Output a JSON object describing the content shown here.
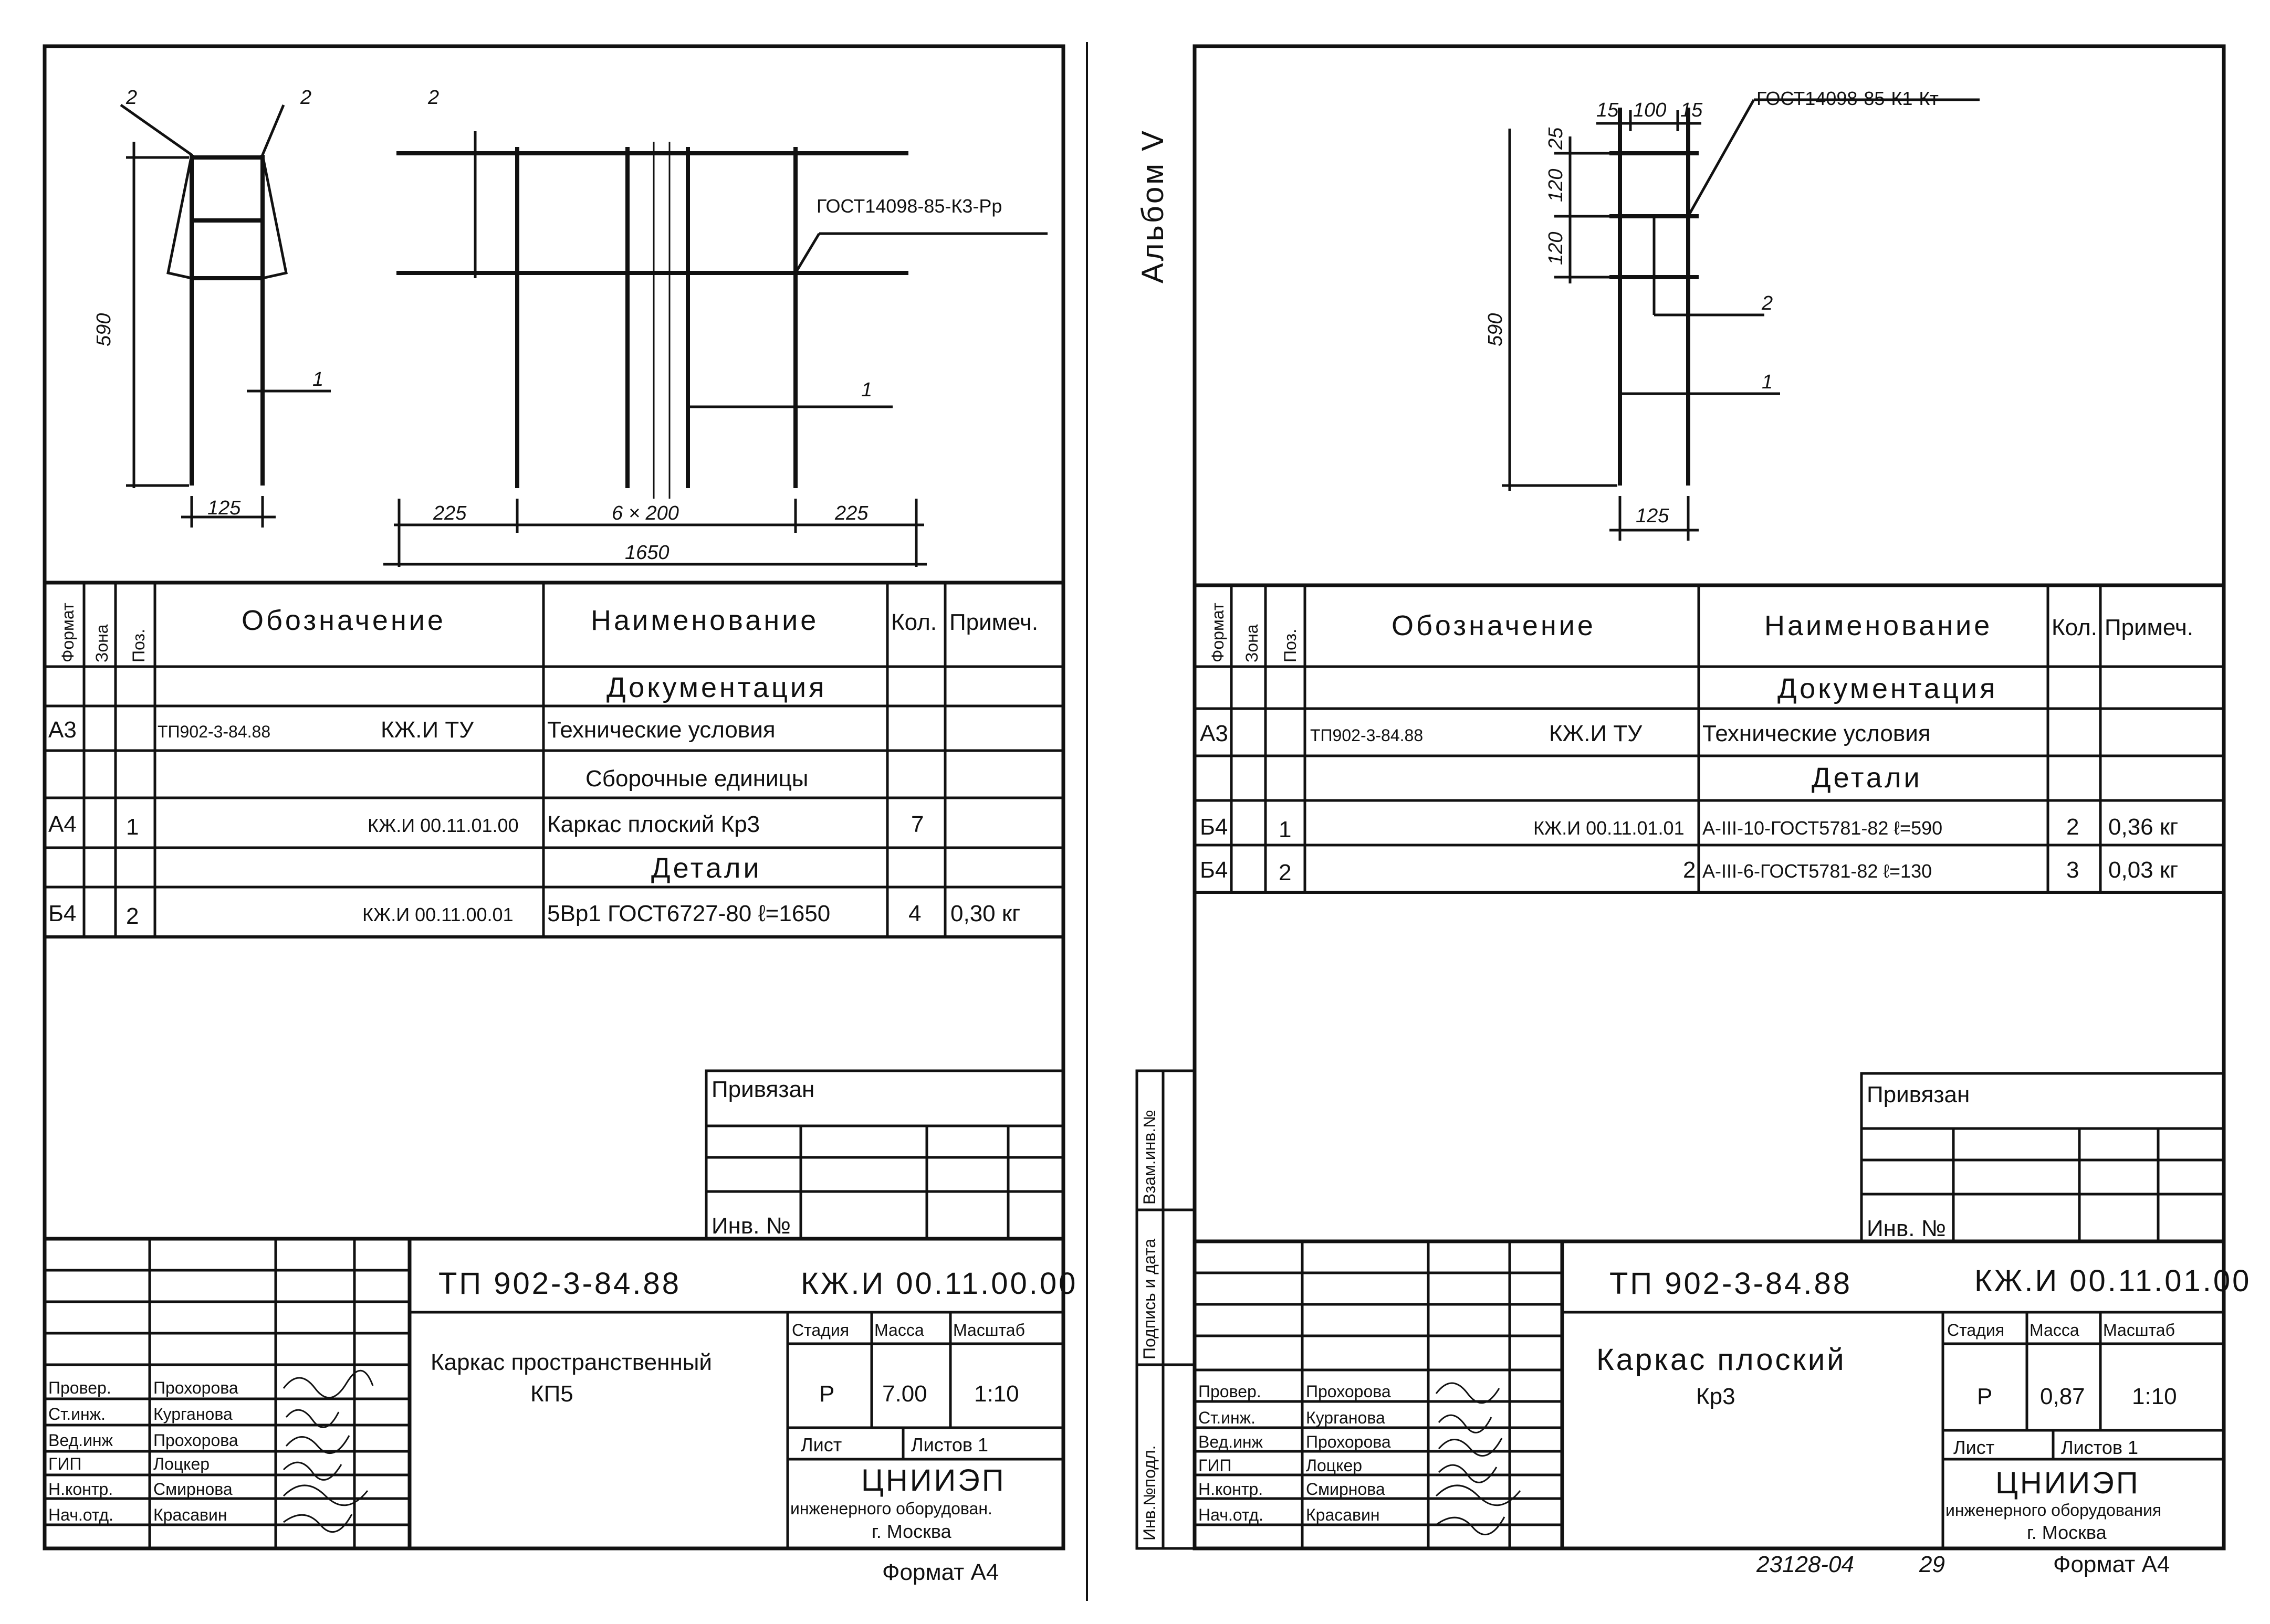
{
  "left": {
    "dims": {
      "marker_2a": "2",
      "marker_2b": "2",
      "marker_2c": "2",
      "height": "590",
      "width_small": "125",
      "dim_left": "225",
      "dim_mid": "6 × 200",
      "dim_right": "225",
      "total": "1650",
      "pos_1a": "1",
      "pos_1b": "1",
      "weld": "ГОСТ14098-85-К3-Рр"
    },
    "headers": {
      "format": "Формат",
      "zone": "Зона",
      "pos": "Поз.",
      "designation": "Обозначение",
      "name": "Наименование",
      "qty": "Кол.",
      "note": "Примеч."
    },
    "rows": [
      {
        "format": "",
        "pos": "",
        "designation": "",
        "name": "Документация",
        "qty": "",
        "note": "",
        "section": true
      },
      {
        "format": "А3",
        "pos": "",
        "designation": "ТП902-3-84.88",
        "designation_b": "КЖ.И ТУ",
        "name": "Технические условия",
        "qty": "",
        "note": ""
      },
      {
        "format": "",
        "pos": "",
        "designation": "",
        "name": "Сборочные единицы",
        "qty": "",
        "note": "",
        "section": true
      },
      {
        "format": "А4",
        "pos": "1",
        "designation": "",
        "designation_b": "КЖ.И 00.11.01.00",
        "name": "Каркас плоский Кр3",
        "qty": "7",
        "note": ""
      },
      {
        "format": "",
        "pos": "",
        "designation": "",
        "name": "Детали",
        "qty": "",
        "note": "",
        "section": true
      },
      {
        "format": "Б4",
        "pos": "2",
        "designation": "",
        "designation_b": "КЖ.И 00.11.00.01",
        "name": "5Вр1 ГОСТ6727-80 ℓ=1650",
        "qty": "4",
        "note": "0,30 кг"
      }
    ],
    "privyazan": "Привязан",
    "inv": "Инв. №",
    "project": "ТП 902-3-84.88",
    "code": "КЖ.И 00.11.00.00",
    "title_line1": "Каркас пространственный",
    "title_line2": "КП5",
    "stage_h": "Стадия",
    "mass_h": "Масса",
    "scale_h": "Масштаб",
    "stage": "Р",
    "mass": "7.00",
    "scale": "1:10",
    "sheet": "Лист",
    "sheets": "Листов 1",
    "org1": "ЦНИИЭП",
    "org2": "инженерного оборудован.",
    "org3": "г. Москва",
    "roles": [
      "Провер.",
      "Ст.инж.",
      "Вед.инж",
      "ГИП",
      "Н.контр.",
      "Нач.отд."
    ],
    "names": [
      "Прохорова",
      "Курганова",
      "Прохорова",
      "Лоцкер",
      "Смирнова",
      "Красавин"
    ],
    "format_note": "Формат А4"
  },
  "right": {
    "album": "Альбом V",
    "dims": {
      "d15a": "15",
      "d100": "100",
      "d15b": "15",
      "d25": "25",
      "d120a": "120",
      "d120b": "120",
      "height": "590",
      "width_small": "125",
      "pos_2": "2",
      "pos_1": "1",
      "weld": "ГОСТ14098-85-К1-Кт"
    },
    "headers": {
      "format": "Формат",
      "zone": "Зона",
      "pos": "Поз.",
      "designation": "Обозначение",
      "name": "Наименование",
      "qty": "Кол.",
      "note": "Примеч."
    },
    "rows": [
      {
        "format": "",
        "pos": "",
        "designation": "",
        "name": "Документация",
        "qty": "",
        "note": "",
        "section": true
      },
      {
        "format": "А3",
        "pos": "",
        "designation": "ТП902-3-84.88",
        "designation_b": "КЖ.И ТУ",
        "name": "Технические условия",
        "qty": "",
        "note": ""
      },
      {
        "format": "",
        "pos": "",
        "designation": "",
        "name": "Детали",
        "qty": "",
        "note": "",
        "section": true
      },
      {
        "format": "Б4",
        "pos": "1",
        "designation": "",
        "designation_b": "КЖ.И 00.11.01.01",
        "name": "А-III-10-ГОСТ5781-82 ℓ=590",
        "qty": "2",
        "note": "0,36 кг"
      },
      {
        "format": "Б4",
        "pos": "2",
        "designation": "",
        "designation_b": "2",
        "name": "А-III-6-ГОСТ5781-82 ℓ=130",
        "qty": "3",
        "note": "0,03 кг"
      }
    ],
    "side_labels": [
      "Инв.№подл.",
      "Подпись и дата",
      "Взам.инв.№"
    ],
    "privyazan": "Привязан",
    "inv": "Инв. №",
    "project": "ТП 902-3-84.88",
    "code": "КЖ.И 00.11.01.00",
    "title_line1": "Каркас плоский",
    "title_line2": "Кр3",
    "stage_h": "Стадия",
    "mass_h": "Масса",
    "scale_h": "Масштаб",
    "stage": "Р",
    "mass": "0,87",
    "scale": "1:10",
    "sheet": "Лист",
    "sheets": "Листов 1",
    "org1": "ЦНИИЭП",
    "org2": "инженерного оборудования",
    "org3": "г. Москва",
    "roles": [
      "Провер.",
      "Ст.инж.",
      "Вед.инж",
      "ГИП",
      "Н.контр.",
      "Нач.отд."
    ],
    "names": [
      "Прохорова",
      "Курганова",
      "Прохорова",
      "Лоцкер",
      "Смирнова",
      "Красавин"
    ],
    "footer_number": "23128-04",
    "footer_page": "29",
    "format_note": "Формат А4"
  }
}
